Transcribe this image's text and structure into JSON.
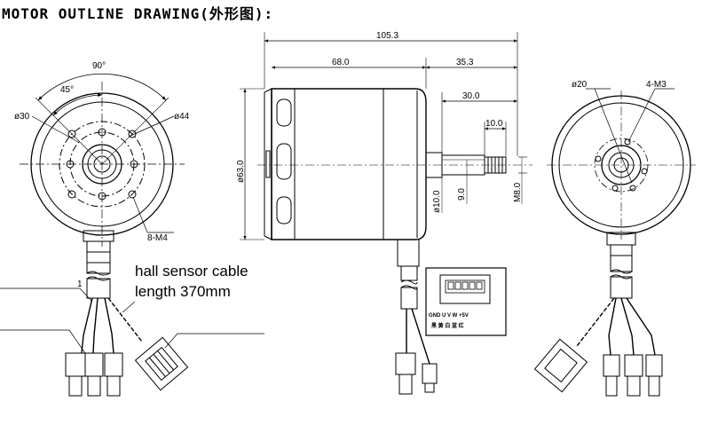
{
  "title": "MOTOR OUTLINE DRAWING(外形图):",
  "front_view": {
    "angle_90": "90°",
    "angle_45": "45°",
    "dia_30": "ø30",
    "dia_44": "ø44",
    "screws": "8-M4"
  },
  "side_view": {
    "overall_length": "105.3",
    "body_length": "68.0",
    "shaft_ext": "35.3",
    "shaft_len": "30.0",
    "thread_len": "10.0",
    "body_dia": "ø63.0",
    "shaft_dia": "ø10.0",
    "flat": "9.0",
    "thread": "M8.0"
  },
  "connector": {
    "pins": "GND  U  V  W  +5V",
    "colors": "黑  黄  白  蓝  红"
  },
  "rear_view": {
    "dia_20": "ø20",
    "screws": "4-M3"
  },
  "cable_note": {
    "line1": "hall sensor cable",
    "line2": "length 370mm"
  }
}
